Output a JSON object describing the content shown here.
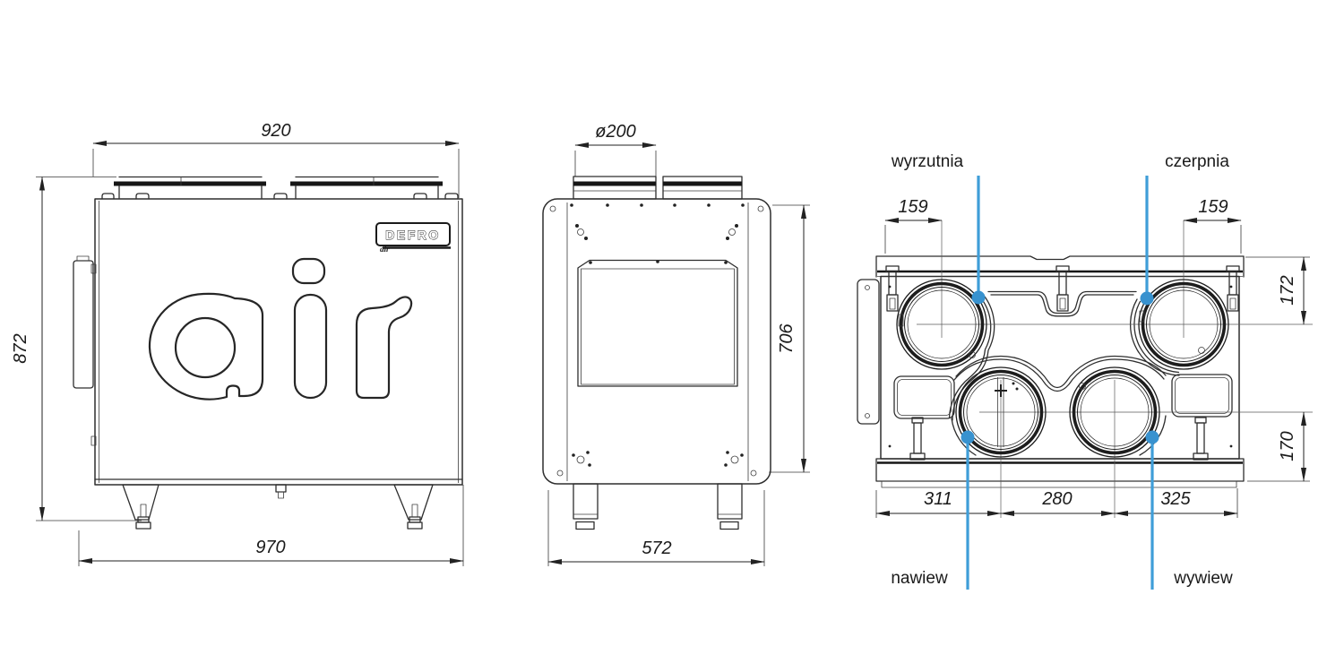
{
  "colors": {
    "background": "#ffffff",
    "line": "#2e2e2e",
    "accent_blue": "#3f9ed8"
  },
  "front_view": {
    "dim_top_width": "920",
    "dim_bottom_width": "970",
    "dim_height": "872",
    "badge_text": "DEFRO",
    "badge_sub": "air",
    "logo_text": "air"
  },
  "side_view": {
    "dim_duct_diameter": "ø200",
    "dim_bottom_width": "572",
    "dim_height": "706"
  },
  "rear_view": {
    "labels": {
      "exhaust": "wyrzutnia",
      "intake": "czerpnia",
      "supply": "nawiew",
      "extract": "wywiew"
    },
    "dims": {
      "left_port_offset": "159",
      "right_port_offset": "159",
      "top_port_height": "172",
      "bottom_port_height": "170",
      "span_left": "311",
      "span_middle": "280",
      "span_right": "325"
    }
  }
}
